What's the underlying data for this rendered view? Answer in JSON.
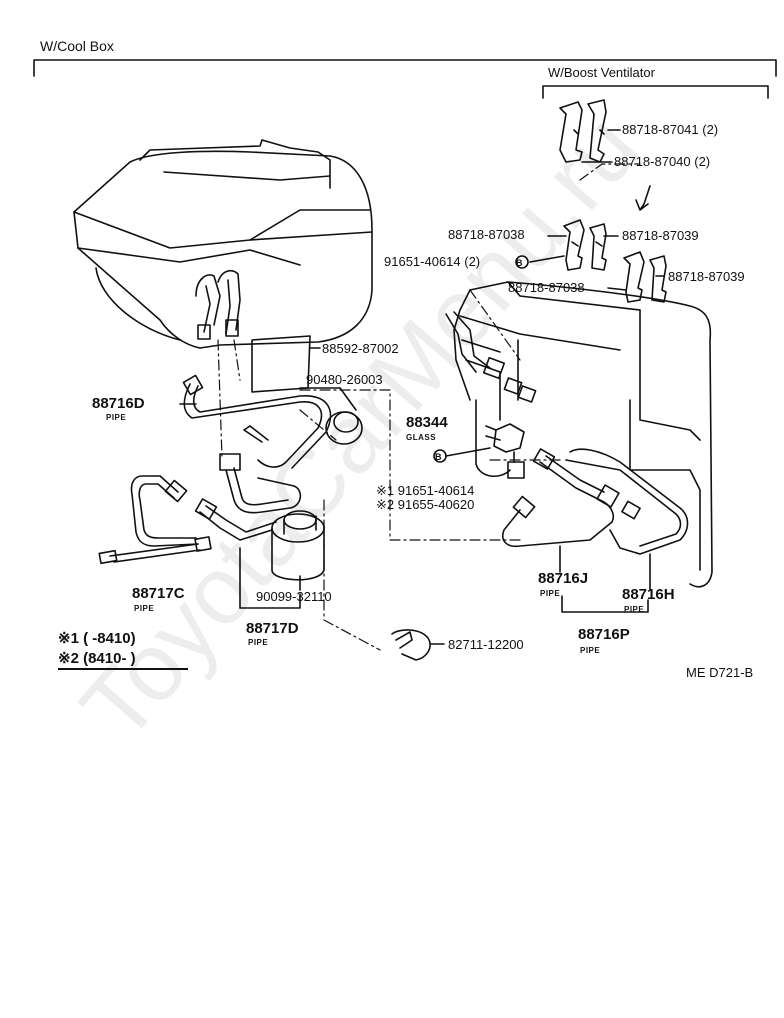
{
  "title": "W/Cool Box",
  "boost_title": "W/Boost Ventilator",
  "parts": {
    "p87041": "88718-87041 (2)",
    "p87040": "88718-87040 (2)",
    "p87038a": "88718-87038",
    "p87039a": "88718-87039",
    "p91651a": "91651-40614 (2)",
    "p87039b": "88718-87039",
    "p87038b": "88718-87038",
    "p88592": "88592-87002",
    "p90480": "90480-26003",
    "p88716d": "88716D",
    "p88716d_sub": "PIPE",
    "p88344": "88344",
    "p88344_sub": "GLASS",
    "p91651b": "※1 91651-40614",
    "p91655": "※2 91655-40620",
    "p88717c": "88717C",
    "p88717c_sub": "PIPE",
    "p90099": "90099-32110",
    "p88717d": "88717D",
    "p88717d_sub": "PIPE",
    "p82711": "82711-12200",
    "p88716j": "88716J",
    "p88716j_sub": "PIPE",
    "p88716h": "88716H",
    "p88716h_sub": "PIPE",
    "p88716p": "88716P",
    "p88716p_sub": "PIPE"
  },
  "bolt_marker": "B",
  "notes": {
    "n1": "※1 (      -8410)",
    "n2": "※2 (8410-        )"
  },
  "code": "ME  D721-B",
  "watermark": "ToyotaCarMenu.ru"
}
